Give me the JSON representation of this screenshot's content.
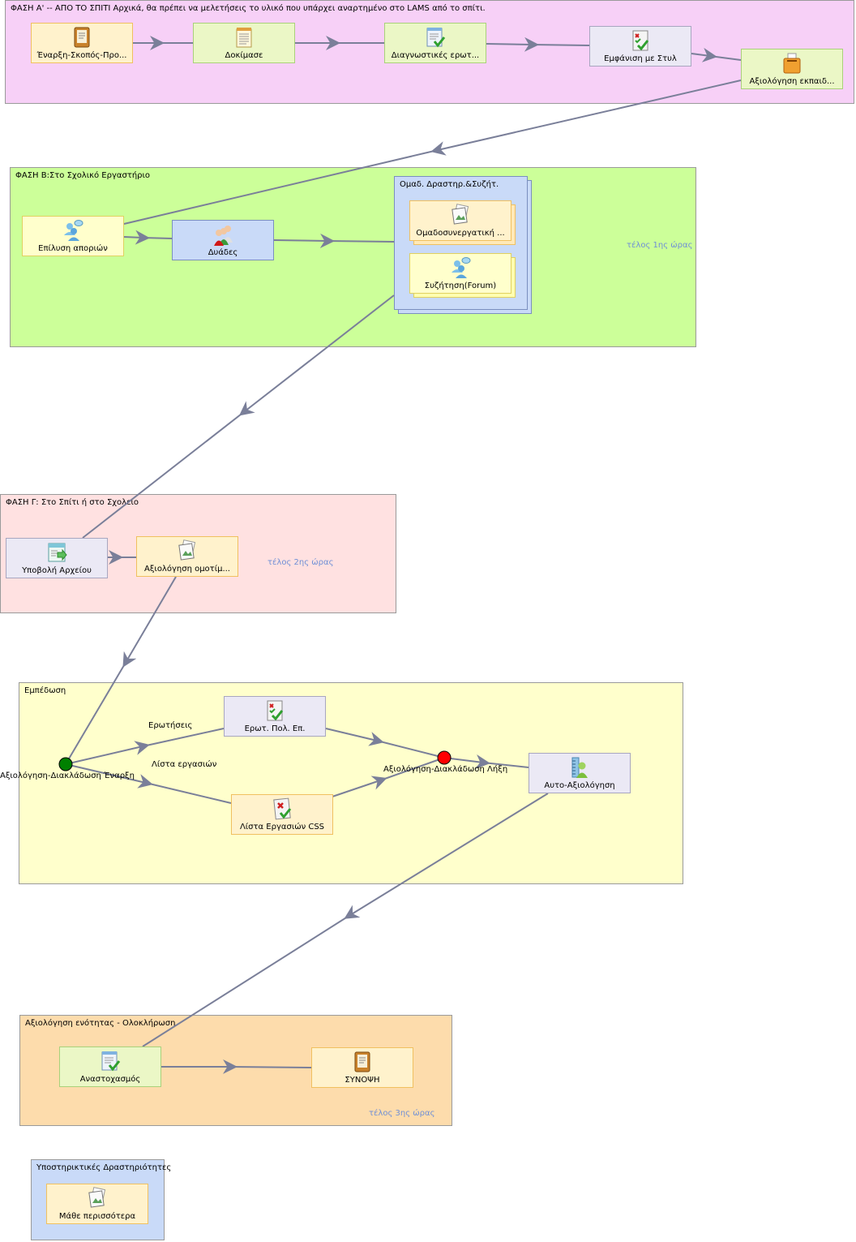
{
  "phases": {
    "a": {
      "title": "ΦΑΣΗ Α' -- ΑΠΟ ΤΟ ΣΠΙΤΙ Αρχικά, θα πρέπει να μελετήσεις το υλικό που υπάρχει αναρτημένο στο LAMS από το σπίτι.",
      "color": "#f7d0f7"
    },
    "b": {
      "title": "ΦΑΣΗ Β:Στο Σχολικό Εργαστήριο",
      "color": "#ccff99",
      "note": "τέλος 1ης ώρας"
    },
    "c": {
      "title": "ΦΑΣΗ Γ: Στο Σπίτι ή στο Σχολείο",
      "color": "#ffe1e1",
      "note": "τέλος 2ης ώρας"
    },
    "d": {
      "title": "Εμπέδωση",
      "color": "#ffffcc"
    },
    "e": {
      "title": "Αξιολόγηση ενότητας - Ολοκλήρωση",
      "color": "#fddcac",
      "note": "τέλος 3ης ώρας"
    },
    "f": {
      "title": "Υποστηρικτικές Δραστηριότητες",
      "color": "#c9daf8"
    }
  },
  "activities": {
    "a1": "Έναρξη-Σκοπός-Προ...",
    "a2": "Δοκίμασε",
    "a3": "Διαγνωστικές ερωτ...",
    "a4": "Εμφάνιση με Στυλ",
    "a5": "Αξιολόγηση εκπαιδ...",
    "b1": "Επίλυση αποριών",
    "b2": "Δυάδες",
    "b3_group": "Ομαδ. Δραστηρ.&Συζήτ.",
    "b3a": "Ομαδοσυνεργατική ...",
    "b3b": "Συζήτηση(Forum)",
    "c1": "Υποβολή Αρχείου",
    "c2": "Αξιολόγηση ομοτίμ...",
    "d1": "Ερωτ. Πολ. Επ.",
    "d2": "Λίστα Εργασιών CSS",
    "d3": "Αυτο-Αξιολόγηση",
    "e1": "Αναστοχασμός",
    "e2": "ΣΥΝΟΨΗ",
    "f1": "Μάθε περισσότερα"
  },
  "branching": {
    "start": "Αξιολόγηση-Διακλάδωση Έναρξη",
    "end": "Αξιολόγηση-Διακλάδωση Λήξη",
    "branch1": "Ερωτήσεις",
    "branch2": "Λίστα εργασιών",
    "start_color": "#008000",
    "end_color": "#ff0000"
  },
  "colors": {
    "arrow": "#7a7f99",
    "note": "#6f8fd6"
  }
}
